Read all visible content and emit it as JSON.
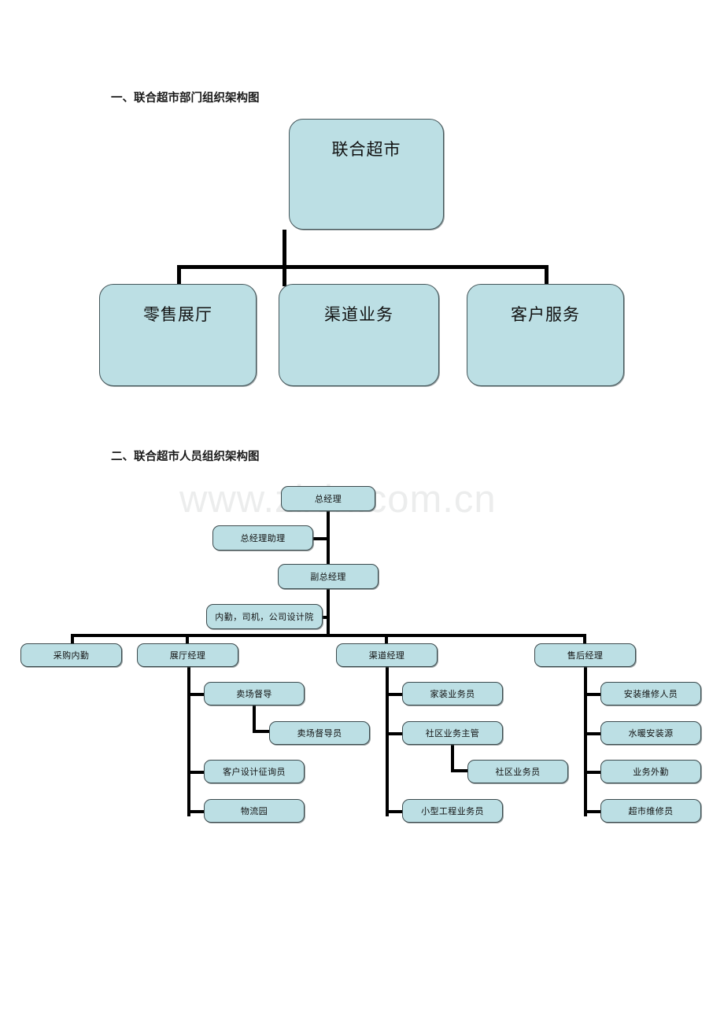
{
  "document": {
    "watermark": "www.zixin.com.cn",
    "accent_fill": "#bcdfe4",
    "node_border": "#3c4a4d",
    "connector_color": "#000000",
    "page_background": "#ffffff"
  },
  "section_one": {
    "heading": "一、联合超市部门组织架构图",
    "root": {
      "label": "联合超市"
    },
    "children": [
      {
        "label": "零售展厅"
      },
      {
        "label": "渠道业务"
      },
      {
        "label": "客户服务"
      }
    ]
  },
  "section_two": {
    "heading": "二、联合超市人员组织架构图",
    "spine": [
      {
        "label": "总经理"
      },
      {
        "label": "副总经理"
      }
    ],
    "staff_aside": [
      {
        "label": "总经理助理"
      },
      {
        "label": "内勤，司机，公司设计院"
      }
    ],
    "managers": [
      {
        "label": "采购内勤"
      },
      {
        "label": "展厅经理"
      },
      {
        "label": "渠道经理"
      },
      {
        "label": "售后经理"
      }
    ],
    "showroom_team": [
      {
        "label": "卖场督导"
      },
      {
        "label": "卖场督导员"
      },
      {
        "label": "客户设计征询员"
      },
      {
        "label": "物流园"
      }
    ],
    "channel_team": [
      {
        "label": "家装业务员"
      },
      {
        "label": "社区业务主管"
      },
      {
        "label": "社区业务员"
      },
      {
        "label": "小型工程业务员"
      }
    ],
    "aftersales_team": [
      {
        "label": "安装维修人员"
      },
      {
        "label": "水暖安装源"
      },
      {
        "label": "业务外勤"
      },
      {
        "label": "超市维修员"
      }
    ]
  }
}
